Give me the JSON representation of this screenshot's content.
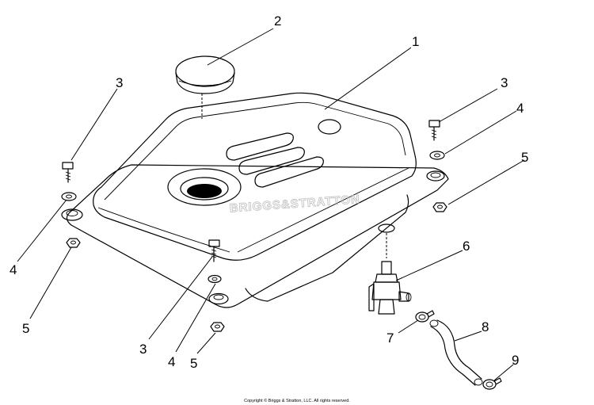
{
  "watermark": "BRIGGS&STRATTON",
  "copyright": "Copyright © Briggs & Stratton, LLC. All rights reserved.",
  "callouts": {
    "c1": "1",
    "c2": "2",
    "c3a": "3",
    "c3b": "3",
    "c3c": "3",
    "c4a": "4",
    "c4b": "4",
    "c4c": "4",
    "c5a": "5",
    "c5b": "5",
    "c5c": "5",
    "c6": "6",
    "c7": "7",
    "c8": "8",
    "c9": "9"
  }
}
